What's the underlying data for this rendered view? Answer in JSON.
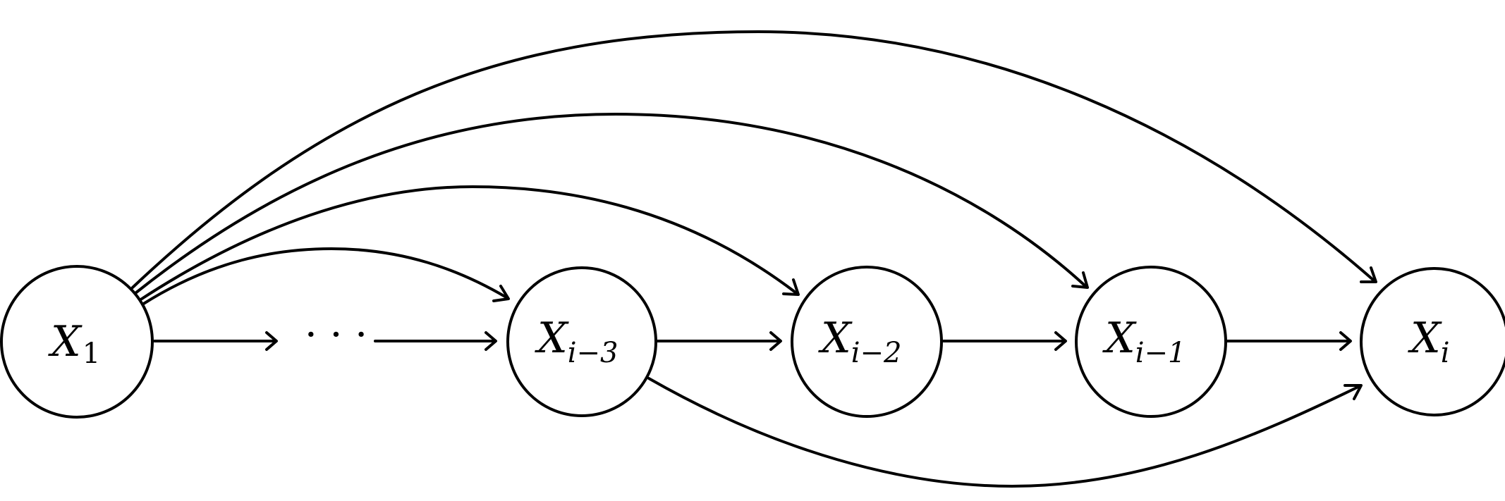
{
  "diagram": {
    "nodes": [
      {
        "id": "x1",
        "base": "X",
        "sub": "1"
      },
      {
        "id": "xi3",
        "base": "X",
        "sub": "i−3"
      },
      {
        "id": "xi2",
        "base": "X",
        "sub": "i−2"
      },
      {
        "id": "xi1",
        "base": "X",
        "sub": "i−1"
      },
      {
        "id": "xi",
        "base": "X",
        "sub": "i"
      }
    ],
    "ellipsis": "· · ·",
    "edges": [
      {
        "from": "x1",
        "to": "ellipsis"
      },
      {
        "from": "ellipsis",
        "to": "xi3"
      },
      {
        "from": "xi3",
        "to": "xi2"
      },
      {
        "from": "xi2",
        "to": "xi1"
      },
      {
        "from": "xi1",
        "to": "xi"
      },
      {
        "from": "x1",
        "to": "xi3"
      },
      {
        "from": "x1",
        "to": "xi2"
      },
      {
        "from": "x1",
        "to": "xi1"
      },
      {
        "from": "x1",
        "to": "xi"
      },
      {
        "from": "xi3",
        "to": "xi"
      }
    ]
  }
}
